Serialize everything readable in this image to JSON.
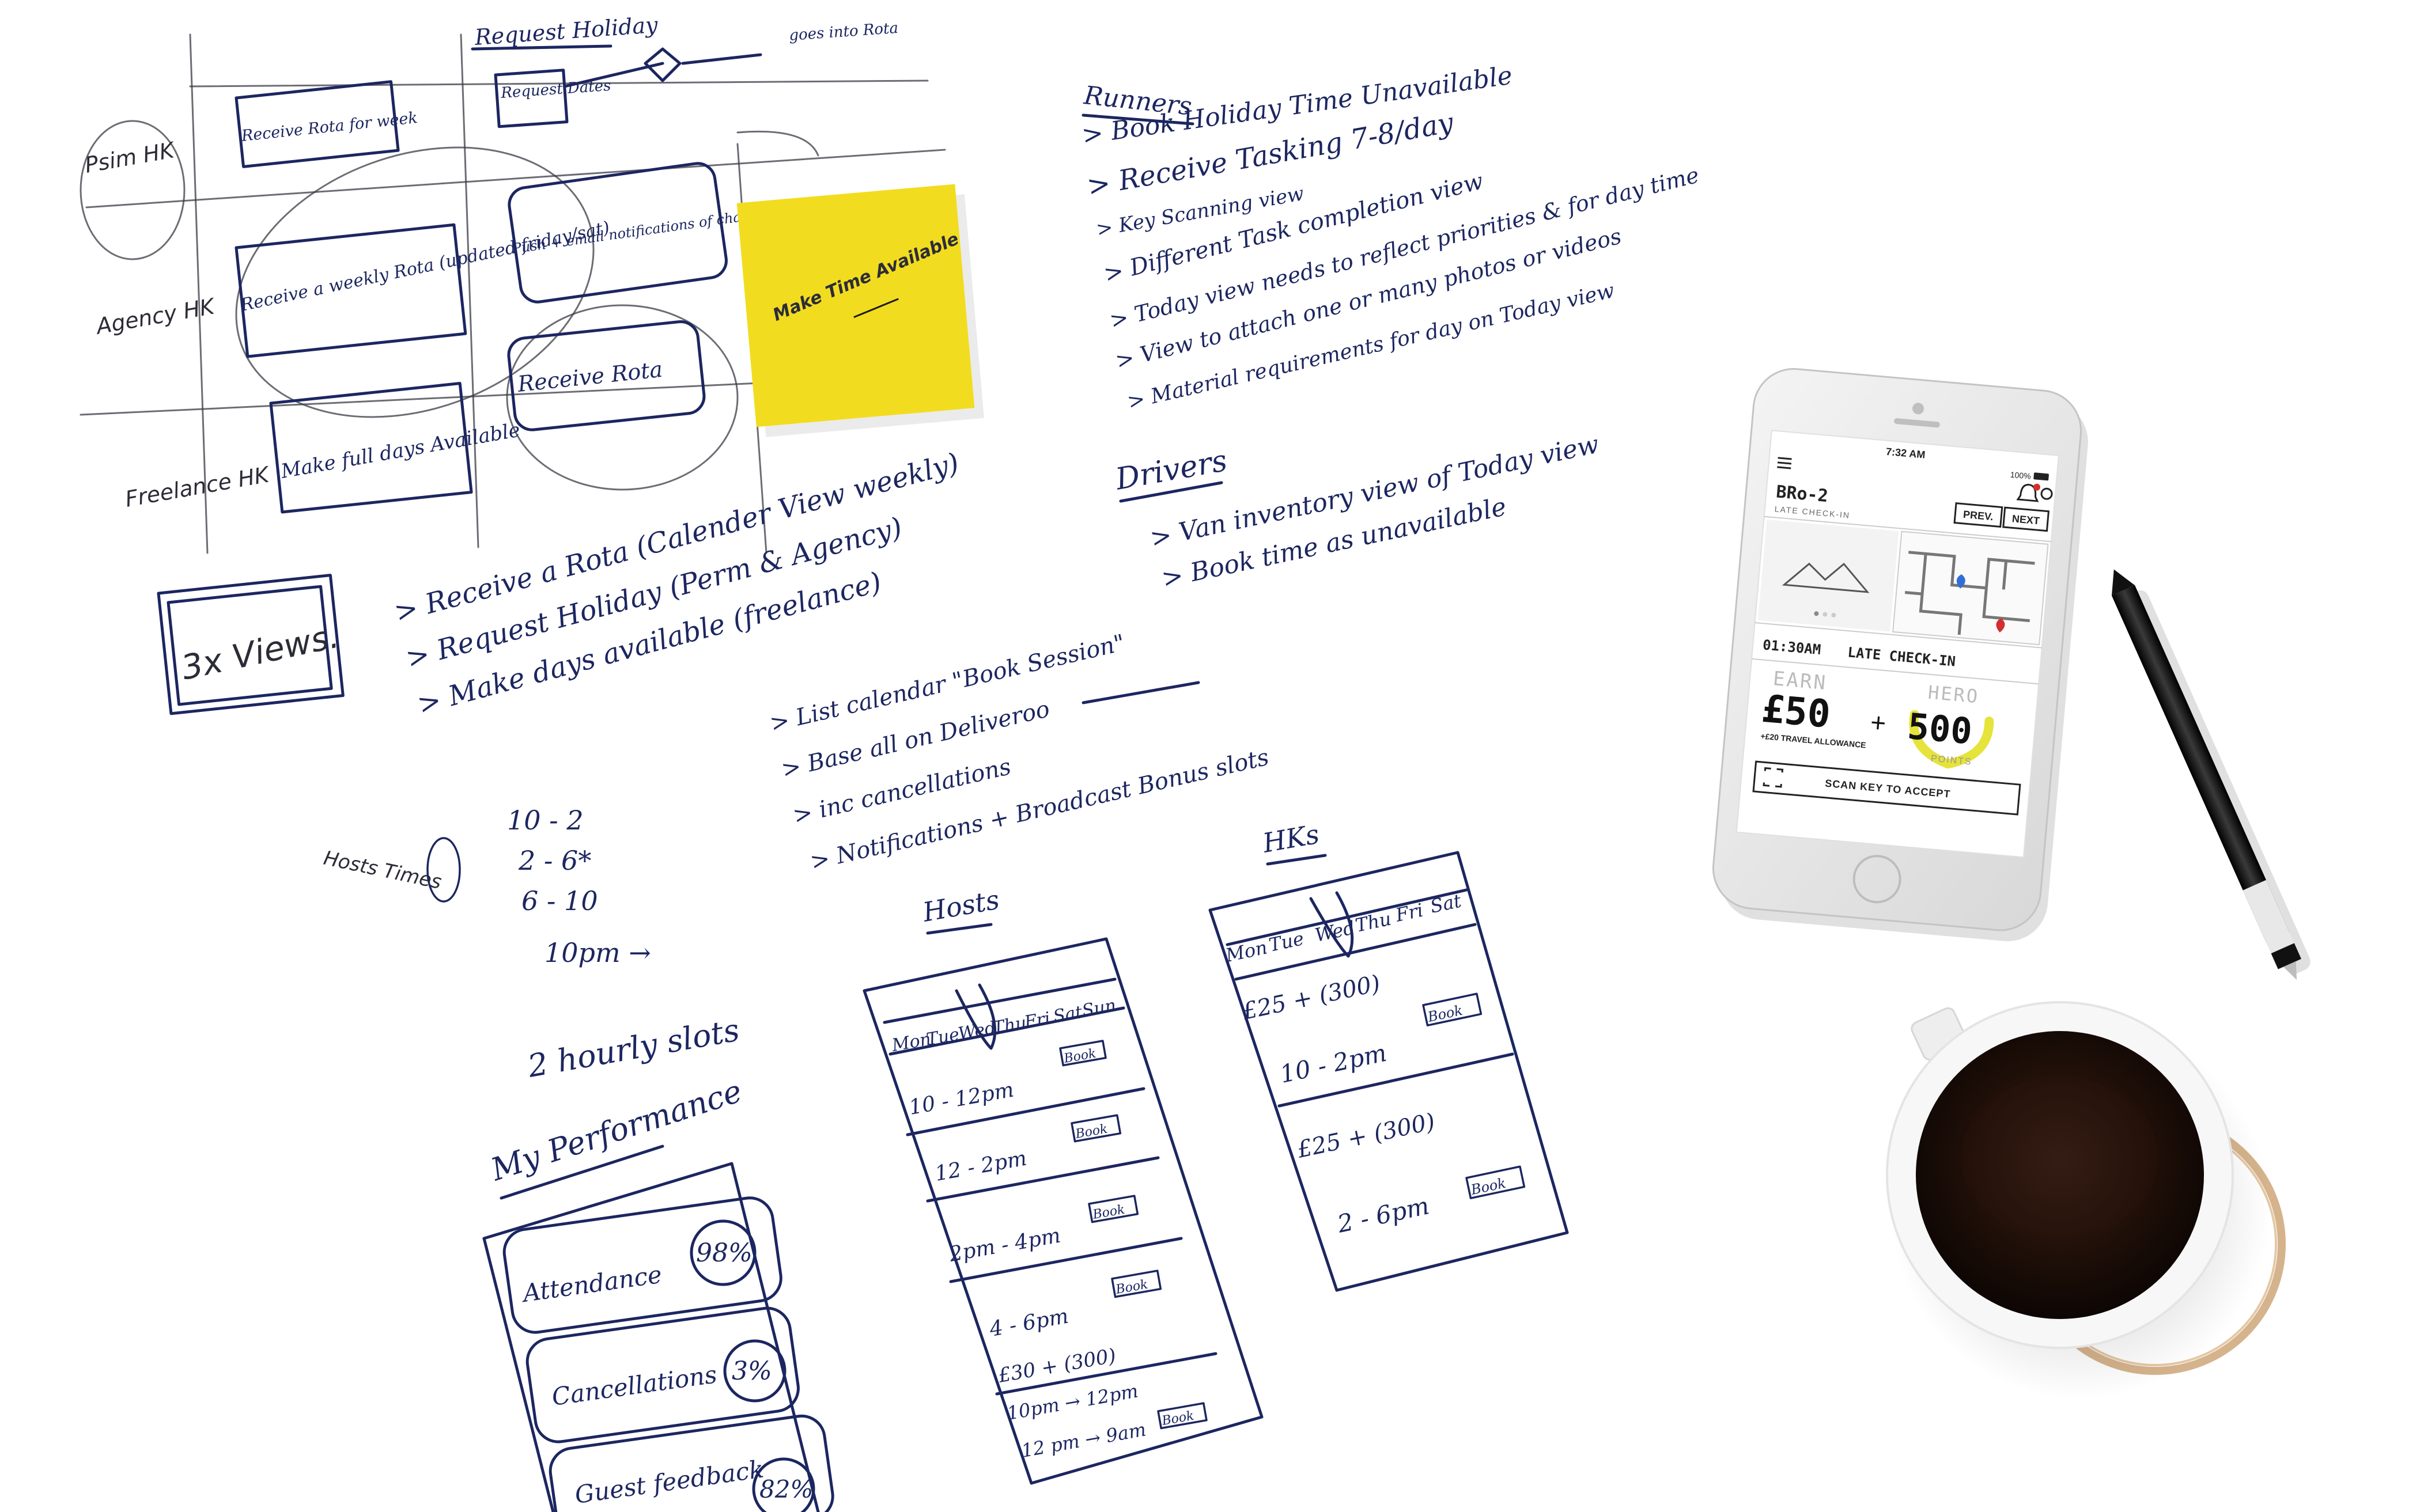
{
  "sketch": {
    "top_flow": {
      "request_holiday": "Request Holiday",
      "request_dates": "Request Dates",
      "goes_into_rota": "goes into Rota"
    },
    "roles": [
      {
        "name": "Psim HK",
        "box": "Receive Rota for week"
      },
      {
        "name": "Agency HK",
        "box": "Receive a weekly Rota (updated friday/sat)",
        "right_box": "Push + email notifications of changes in real time"
      },
      {
        "name": "Freelance HK",
        "box": "Make full days Available",
        "right_box": "Receive Rota"
      }
    ],
    "three_views": "3x Views.",
    "bullets": [
      "> Receive a Rota (Calender View weekly)",
      "> Request Holiday (Perm & Agency)",
      "> Make days available (freelance)"
    ],
    "sticky_note": "Make Time Available",
    "runners": {
      "title": "Runners",
      "items": [
        "> Book Holiday Time Unavailable",
        "> Receive Tasking   7-8/day",
        "> Key Scanning view",
        "> Different Task completion view",
        "> Today view needs to reflect priorities & for day time",
        "> View to attach one or many photos or videos",
        "> Material requirements for day on Today view"
      ]
    },
    "drivers": {
      "title": "Drivers",
      "items": [
        "> Van inventory view of Today view",
        "> Book time as unavailable"
      ]
    },
    "hosts_notes": [
      "> List calendar \"Book Session\"",
      "> Base all on Deliveroo",
      "> inc cancellations",
      "> Notifications + Broadcast Bonus slots"
    ],
    "hosts_times": {
      "label": "Hosts Times",
      "times": [
        "10 - 2",
        "2 - 6*",
        "6 - 10",
        "10pm →"
      ],
      "note": "2 hourly slots"
    },
    "my_performance": {
      "title": "My Performance",
      "rows": [
        {
          "label": "Attendance",
          "value": "98%"
        },
        {
          "label": "Cancellations",
          "value": "3%"
        },
        {
          "label": "Guest feedback",
          "value": "82%"
        }
      ]
    },
    "hosts_phone": {
      "title": "Hosts",
      "days": [
        "Mon",
        "Tue",
        "Wed",
        "Thu",
        "Fri",
        "Sat",
        "Sun"
      ],
      "slots": [
        {
          "time": "10 - 12pm",
          "action": "Book"
        },
        {
          "time": "12 - 2pm",
          "action": "Book"
        },
        {
          "time": "2pm - 4pm",
          "action": "Book"
        },
        {
          "time": "4 - 6pm",
          "action": "Book"
        }
      ],
      "bonus": "£30 + (300)",
      "night_1": "10pm → 12pm",
      "night_2": "12 pm → 9am",
      "night_action": "Book"
    },
    "hks_phone": {
      "title": "HKs",
      "days": [
        "Mon",
        "Tue",
        "Wed",
        "Thu",
        "Fri",
        "Sat"
      ],
      "rows": [
        {
          "bonus": "£25 + (300)",
          "time": "10 - 2pm",
          "action": "Book"
        },
        {
          "bonus": "£25 + (300)",
          "time": "2 - 6pm",
          "action": "Book"
        }
      ]
    }
  },
  "phone": {
    "status": {
      "time": "7:32 AM",
      "battery": "100%"
    },
    "code": "BRo-2",
    "subtitle": "LATE CHECK-IN",
    "prev_label": "PREV.",
    "next_label": "NEXT",
    "checkin_time": "01:30AM",
    "checkin_label": "LATE CHECK-IN",
    "earn_label": "EARN",
    "earn_amount": "£50",
    "travel_allowance": "+£20 TRAVEL ALLOWANCE",
    "plus": "+",
    "hero_label": "HERO",
    "hero_points": "500",
    "points_label": "POINTS",
    "scan_label": "SCAN KEY TO ACCEPT"
  },
  "colors": {
    "ink": "#1c2660",
    "sticky": "#f2dc1f",
    "coffee": "#1a0d08",
    "pen": "#1a1a1a",
    "phone_accent": "#d32f2f",
    "pin_blue": "#2f6fd6",
    "hero_laurel": "#e6e33a"
  }
}
